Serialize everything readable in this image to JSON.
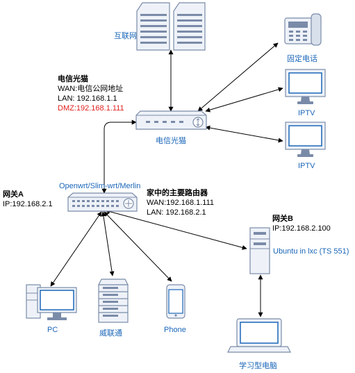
{
  "nodes": {
    "internet": {
      "label": "互联网"
    },
    "landline": {
      "label": "固定电话"
    },
    "iptv1": {
      "label": "IPTV"
    },
    "iptv2": {
      "label": "IPTV"
    },
    "modem": {
      "label": "电信光猫",
      "info_title": "电信光猫",
      "info_wan": "WAN:电信公网地址",
      "info_lan": "LAN: 192.168.1.1",
      "info_dmz": "DMZ:192.168.1.111"
    },
    "router": {
      "label": "Openwrt/Slim-wrt/Merlin",
      "info_title": "家中的主要路由器",
      "info_wan": "WAN:192.168.1.111",
      "info_lan": "LAN: 192.168.2.1"
    },
    "gateway_a": {
      "title": "网关A",
      "ip": "IP:192.168.2.1"
    },
    "gateway_b": {
      "title": "网关B",
      "ip": "IP:192.168.2.100"
    },
    "ubuntu": {
      "label": "Ubuntu in lxc (TS 551)"
    },
    "pc": {
      "label": "PC"
    },
    "weiliantong": {
      "label": "威联通"
    },
    "phone": {
      "label": "Phone"
    },
    "laptop": {
      "label": "学习型电脑"
    }
  },
  "colors": {
    "label_blue": "#1a66b8",
    "icon_stroke": "#7a8ba8",
    "icon_fill": "#eef2f8",
    "screen_blue": "#1a66b8",
    "dmz_red": "#e02020"
  }
}
